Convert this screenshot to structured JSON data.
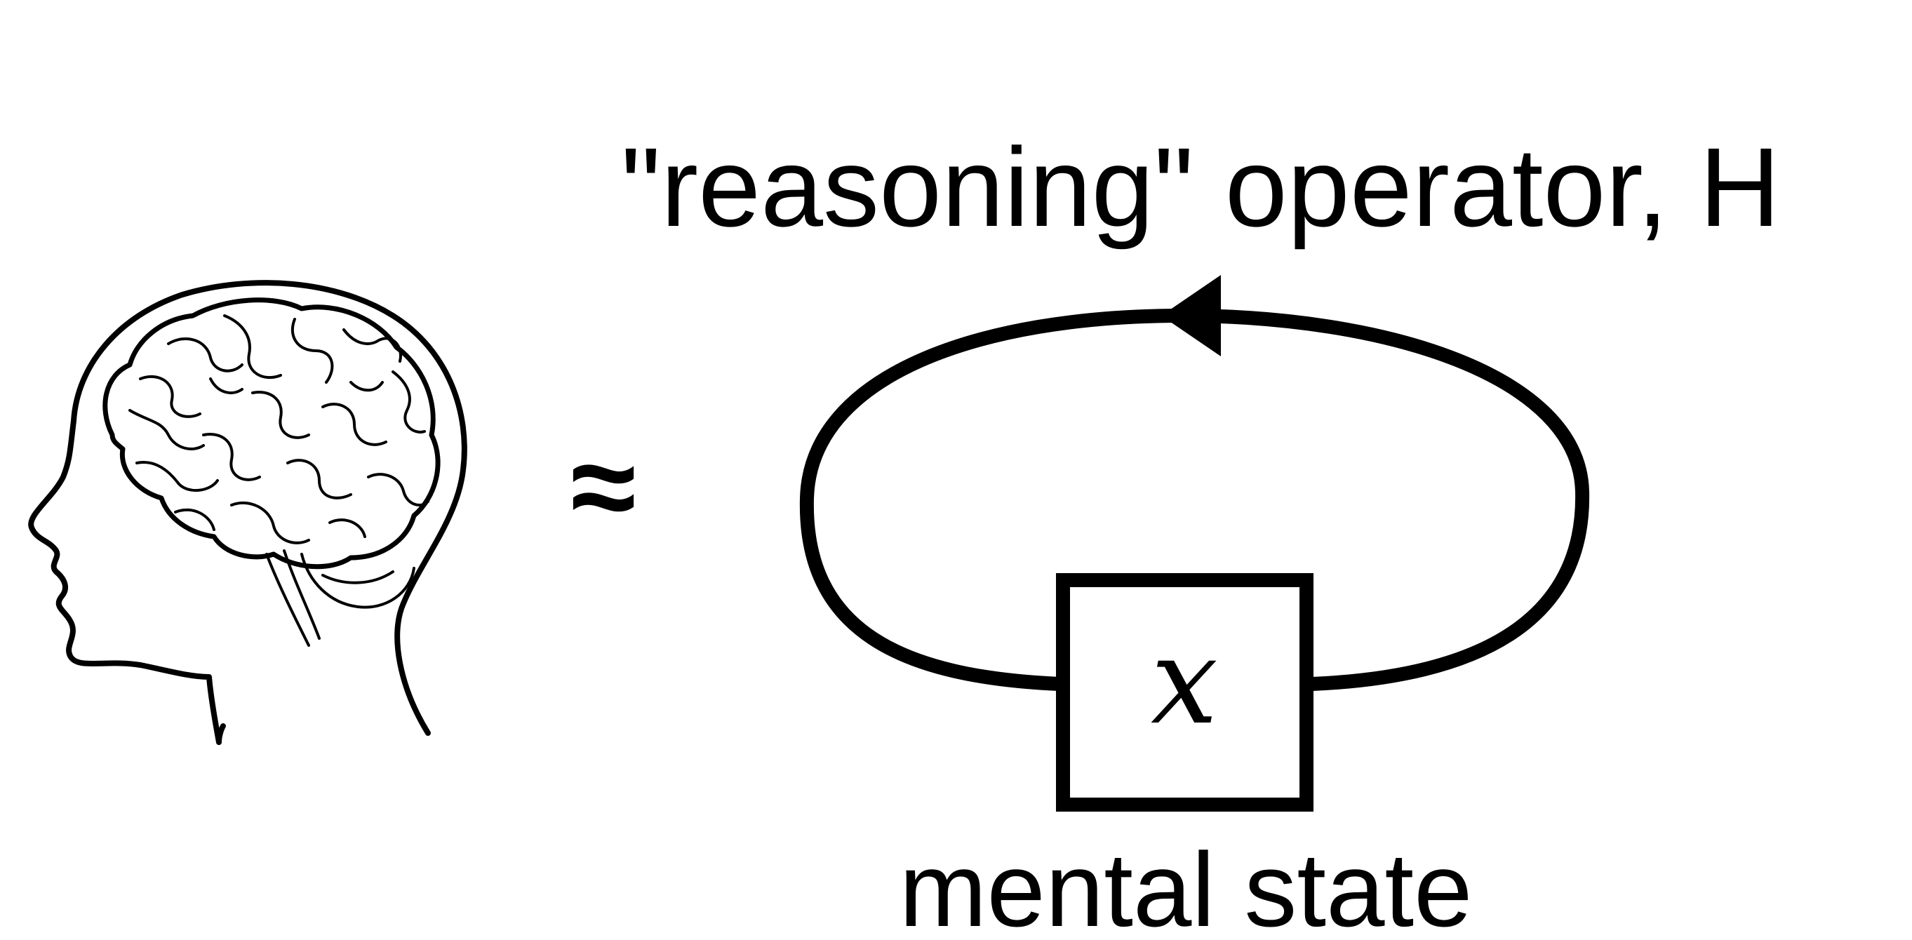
{
  "operator_label": "\"reasoning\" operator, ",
  "operator_symbol": "H",
  "approx_symbol": "≈",
  "state_variable": "x",
  "state_label": "mental state",
  "colors": {
    "ink": "#000000",
    "background": "#ffffff"
  },
  "icons": [
    "head-with-brain-icon",
    "arrow-head-icon"
  ]
}
